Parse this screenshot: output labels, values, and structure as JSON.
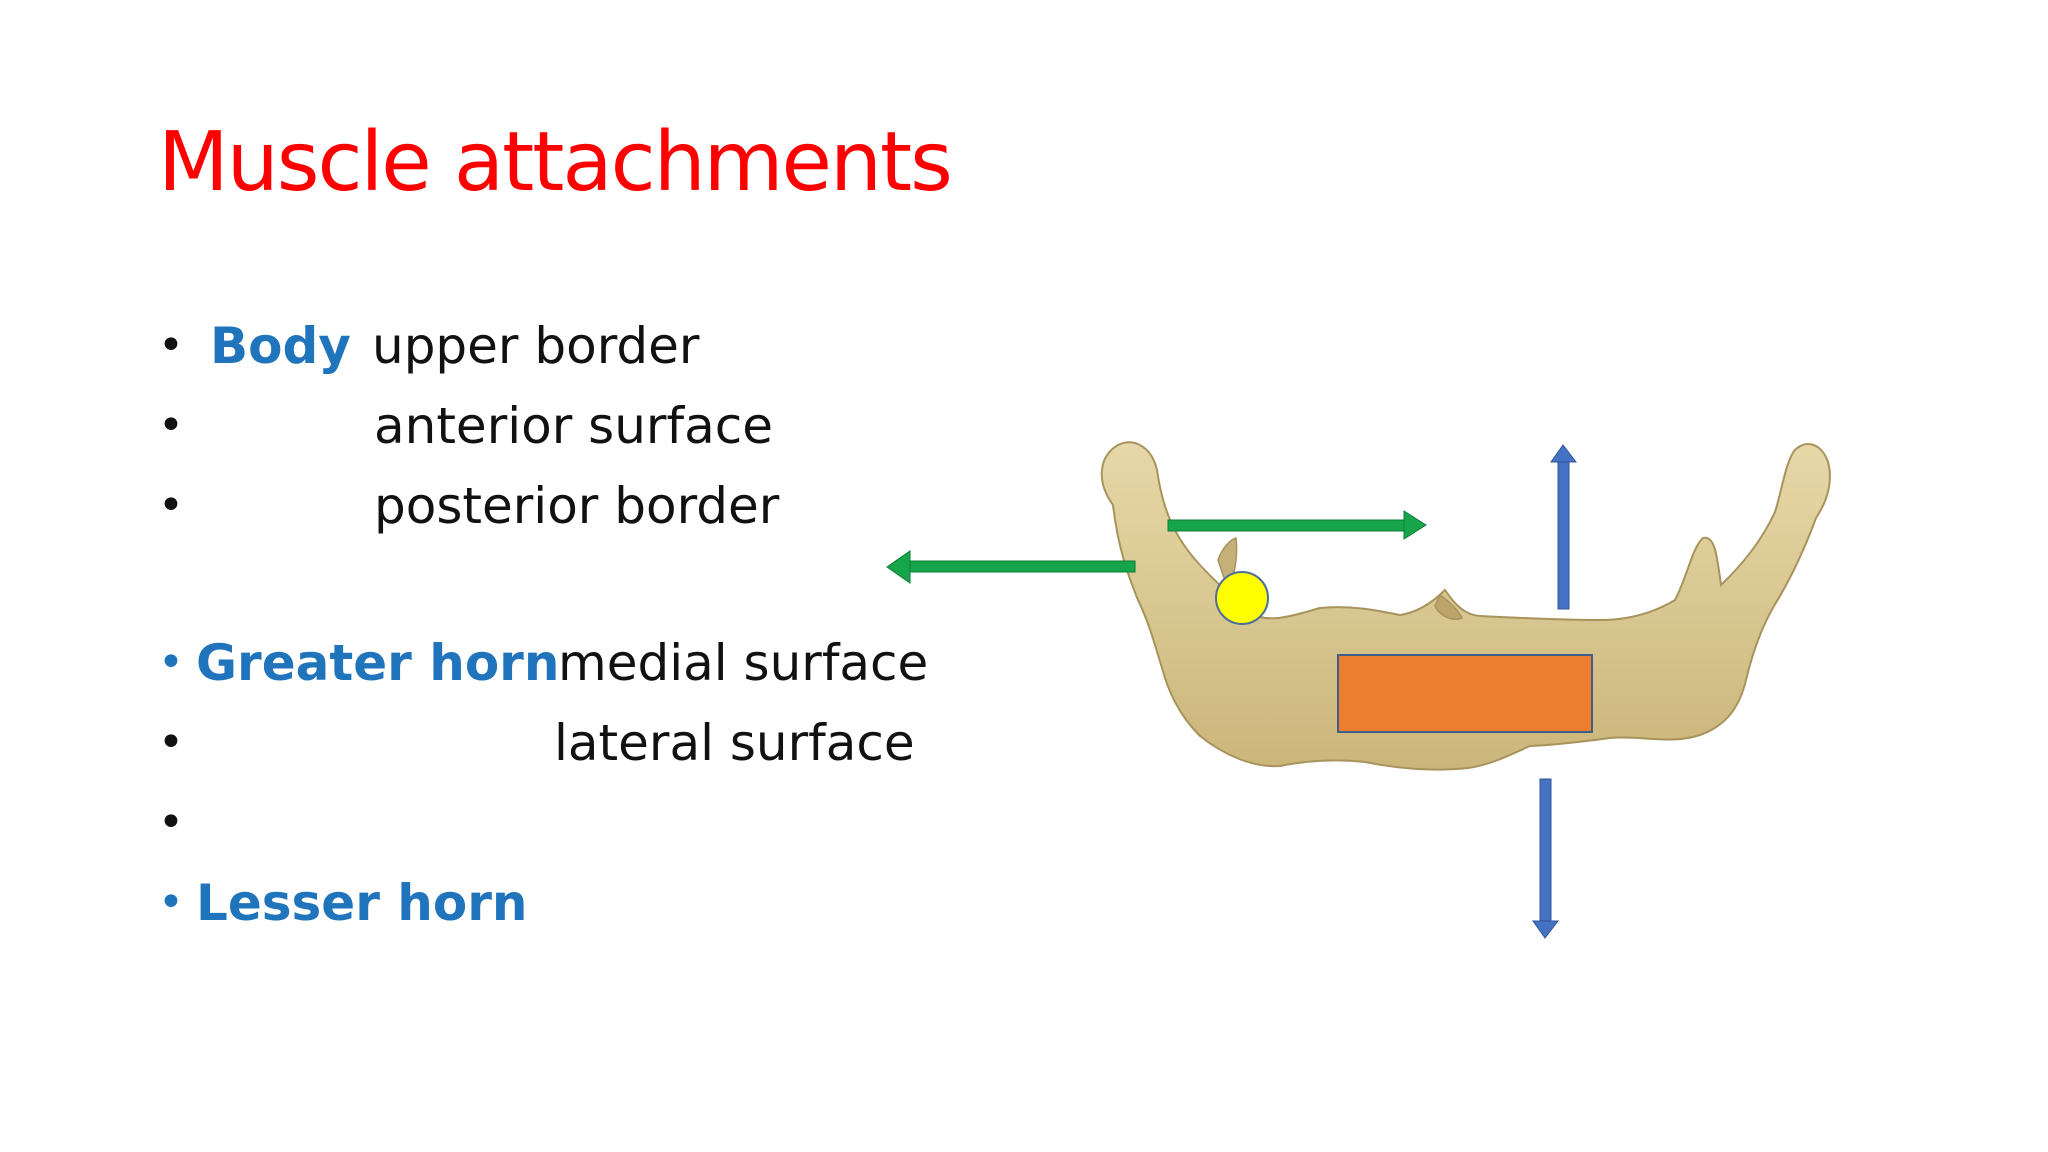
{
  "title": "Muscle attachments",
  "colors": {
    "title": "#ff0000",
    "heading": "#1f74bc",
    "text": "#111111",
    "bone_fill": "#d9c894",
    "bone_shadow": "#b9a66c",
    "green_arrow": "#16a54a",
    "blue_arrow": "#4472c4",
    "yellow_marker": "#ffff00",
    "orange_marker": "#ed7d31"
  },
  "bullets": [
    {
      "heading": "Body",
      "text": "upper border"
    },
    {
      "heading": "",
      "text": "anterior surface"
    },
    {
      "heading": "",
      "text": "posterior border"
    },
    {
      "heading": "Greater horn",
      "text": "medial surface"
    },
    {
      "heading": "",
      "text": "lateral surface"
    },
    {
      "heading": "",
      "text": ""
    },
    {
      "heading": "Lesser horn",
      "text": ""
    }
  ],
  "figure": {
    "image": "hyoid-bone-illustration",
    "markers": [
      "green-arrow-left",
      "green-arrow-right",
      "blue-arrow-up",
      "blue-arrow-down",
      "yellow-circle",
      "orange-rectangle"
    ]
  }
}
